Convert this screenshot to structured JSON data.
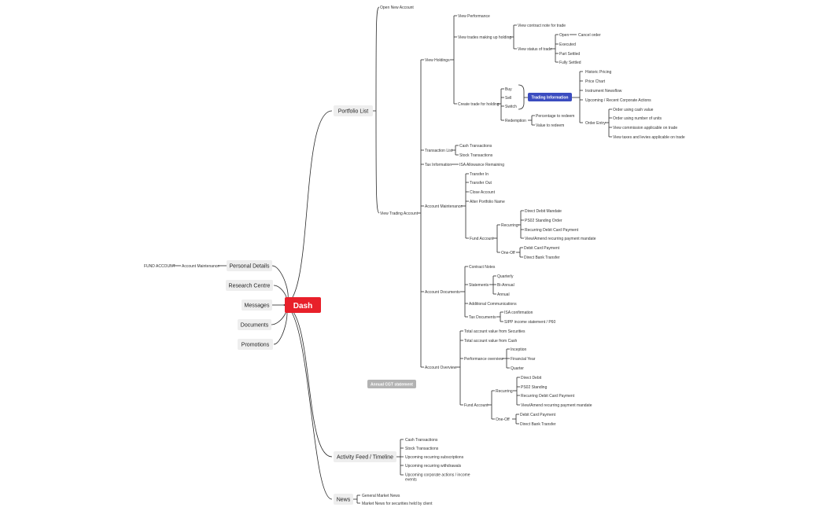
{
  "root": {
    "label": "Dash",
    "color": "#e8202a"
  },
  "colors": {
    "badge_blue": "#3b4cc0",
    "badge_gray": "#b3b3b3",
    "line": "#2a2a2a",
    "branch_box": "#eeeeee"
  },
  "branches": {
    "portfolio": "Portfolio List",
    "personal": "Personal Details",
    "research": "Research Centre",
    "messages": "Messages",
    "documents": "Documents",
    "promotions": "Promotions",
    "activity": "Activity Feed / Timeline",
    "news": "News"
  },
  "personal": {
    "account_maintenance": "Account Maintenance",
    "fund_account": "FUND ACCOUNT"
  },
  "portfolio": {
    "open_new_account": "Open New Account",
    "view_holdings": "View Holdings",
    "view_performance": "View Performance",
    "view_trades": "View trades making up holding",
    "view_contract_note": "View contract note for trade",
    "view_status": "View status of trade",
    "status": {
      "open": "Open",
      "cancel_order": "Cancel order",
      "executed": "Executed",
      "part_settled": "Part Settled",
      "fully_settled": "Fully Settled"
    },
    "create_trade": "Create trade for holding",
    "buy": "Buy",
    "sell": "Sell",
    "switch": "Switch",
    "redemption": "Redemption",
    "percentage_redeem": "Percentage to redeem",
    "value_redeem": "Value to redeem",
    "trading_information": "Trading Information",
    "historic_pricing": "Historic Pricing",
    "price_chart": "Price Chart",
    "instrument_newsflow": "Instrument Newsflow",
    "upcoming_corporate": "Upcoming / Recent Corporate Actions",
    "order_entry": "Order Entry",
    "order_cash": "Order using cash value",
    "order_units": "Order using number of units",
    "view_commission": "View commission applicable on trade",
    "view_taxes": "View taxes and levies applicable on trade",
    "view_trading_account": "View Trading Account",
    "transaction_list": "Transaction List",
    "cash_transactions": "Cash Transactions",
    "stock_transactions": "Stock Transactions",
    "tax_information": "Tax Information",
    "isa_allowance": "ISA Allowance Remaining",
    "account_maintenance": "Account Maintenance",
    "transfer_in": "Transfer In",
    "transfer_out": "Transfer Out",
    "close_account": "Close Account",
    "alter_name": "Alter Portfolio Name",
    "fund_account": "Fund Account",
    "recurring": "Recurring",
    "direct_debit_mandate": "Direct Debit Mandate",
    "ps02_standing_order": "PS02 Standing Order",
    "recurring_debit_card": "Recurring Debit Card Payment",
    "view_amend": "View/Amend recurring payment mandate",
    "one_off": "One-Off",
    "debit_card_payment": "Debit Card Payment",
    "direct_bank_transfer": "Direct Bank Transfer",
    "account_documents": "Account Documents",
    "contract_notes": "Contract Notes",
    "statements": "Statements",
    "quarterly": "Quarterly",
    "bi_annual": "Bi-Annual",
    "annual": "Annual",
    "additional_comms": "Additional Communications",
    "tax_documents": "Tax Documents",
    "isa_confirmation": "ISA confirmation",
    "sipp_statement": "SIPP income statement / P60",
    "account_overview": "Account Overview",
    "total_securities": "Total account value from Securities",
    "total_cash": "Total account value from Cash",
    "performance_overview": "Performance overview",
    "inception": "Inception",
    "financial_year": "Financial Year",
    "quarter": "Quarter",
    "ov_fund_account": "Fund Account",
    "ov_recurring": "Recurring",
    "ov_direct_debit": "Direct Debit",
    "ov_ps02": "PS02 Standing",
    "ov_recurring_debit": "Recurring Debit Card Payment",
    "ov_view_amend": "View/Amend recurring payment mandate",
    "ov_one_off": "One-Off",
    "ov_debit_card": "Debit Card Payment",
    "ov_bank_transfer": "Direct Bank Transfer",
    "annual_cgt": "Annual CGT statement"
  },
  "activity": {
    "cash_transactions": "Cash Transactions",
    "stock_transactions": "Stock Transactions",
    "upcoming_subscriptions": "Upcoming recurring subscriptions",
    "upcoming_withdrawals": "Upcoming recurring withdrawals",
    "upcoming_corporate_1": "Upcoming corporate actions / income",
    "upcoming_corporate_2": "events"
  },
  "news": {
    "general": "General Market News",
    "securities": "Market News for securities held by client"
  }
}
